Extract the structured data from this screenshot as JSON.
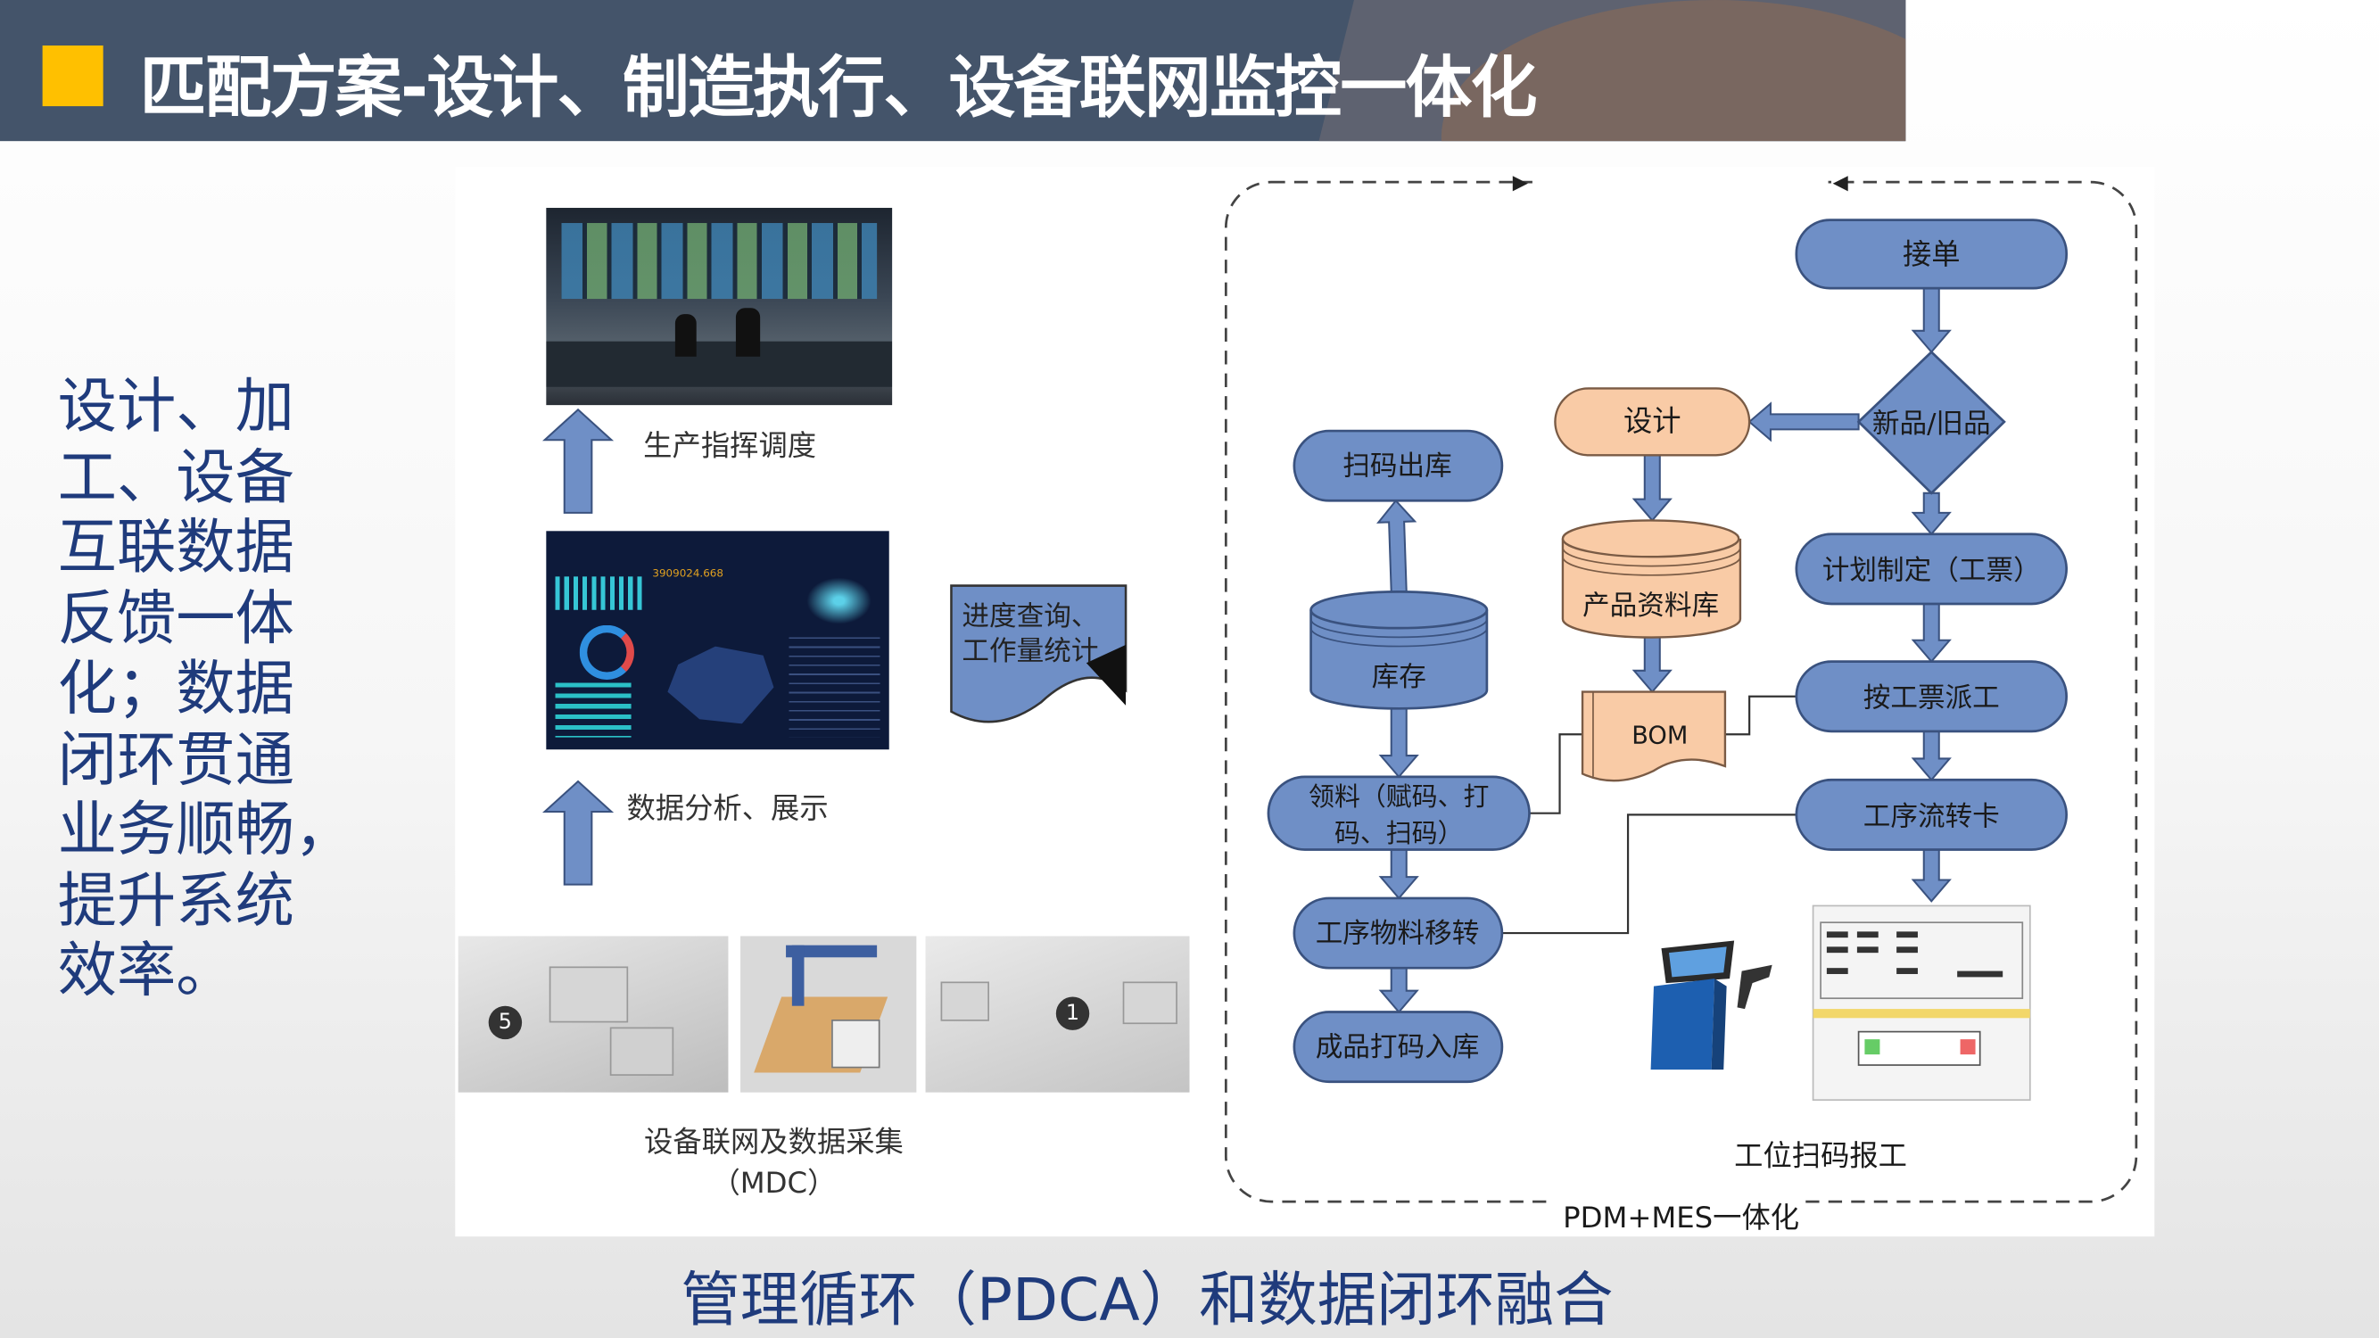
{
  "header": {
    "title": "匹配方案-设计、制造执行、设备联网监控一体化",
    "accent": "#ffc000",
    "background": "#44546a"
  },
  "left_text": {
    "lines": [
      "设计、加",
      "工、设备",
      "互联数据",
      "反馈一体",
      "化；数据",
      "闭环贯通",
      "业务顺畅，",
      "提升系统",
      "效率。"
    ]
  },
  "mdc": {
    "command_label": "生产指挥调度",
    "analysis_label": "数据分析、展示",
    "progress_doc": [
      "进度查询、",
      "工作量统计"
    ],
    "dashboard_value": "3909024.668",
    "machine_badges": [
      "5",
      "1"
    ],
    "caption_line1": "设备联网及数据采集",
    "caption_line2": "（MDC）"
  },
  "flow": {
    "receive_order": "接单",
    "new_old": "新品/旧品",
    "design": "设计",
    "scan_out": "扫码出库",
    "product_db": "产品资料库",
    "inventory": "库存",
    "plan": "计划制定（工票）",
    "bom": "BOM",
    "dispatch": "按工票派工",
    "pick_line1": "领料（赋码、打",
    "pick_line2": "码、扫码）",
    "route_card": "工序流转卡",
    "material_move": "工序物料移转",
    "finished_in": "成品打码入库",
    "station_scan": "工位扫码报工",
    "footer": "PDM+MES一体化",
    "colors": {
      "blue": "#6f8fc6",
      "blue_border": "#3a527f",
      "orange": "#f9cba6",
      "orange_border": "#7a5b45"
    }
  },
  "caption": "管理循环（PDCA）和数据闭环融合"
}
